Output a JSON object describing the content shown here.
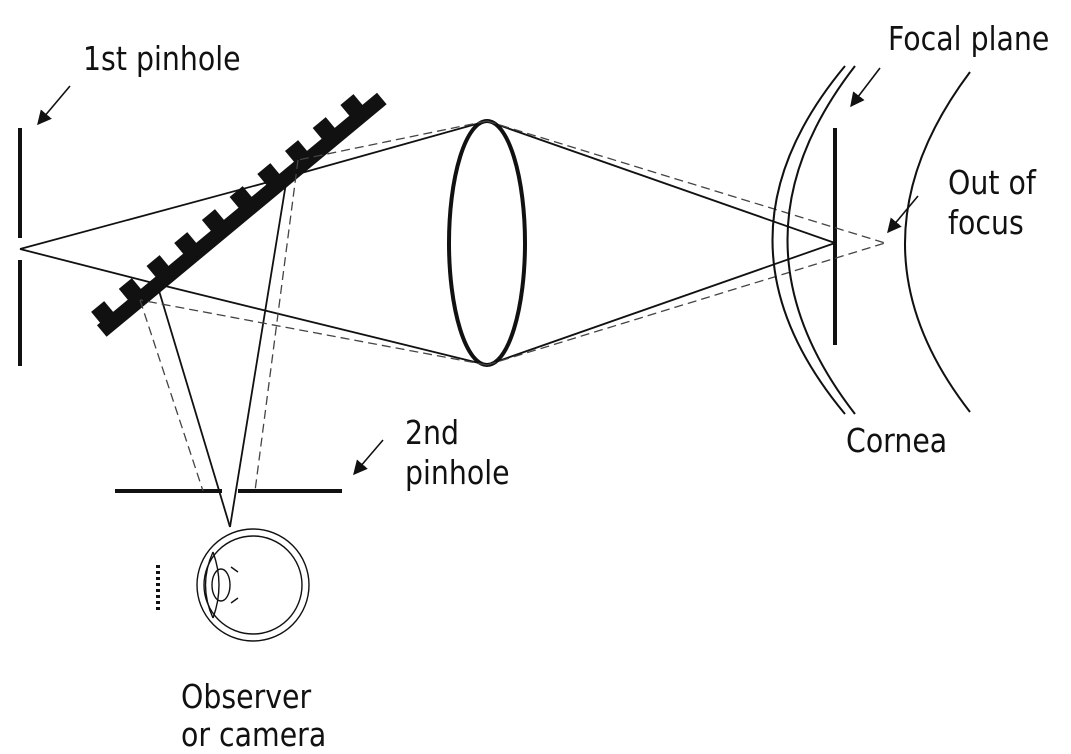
{
  "labels": {
    "first_pinhole": "1st pinhole",
    "second_pinhole_line1": "2nd",
    "second_pinhole_line2": "pinhole",
    "focal_plane": "Focal plane",
    "out_of_focus_line1": "Out of",
    "out_of_focus_line2": "focus",
    "cornea": "Cornea",
    "observer_line1": "Observer",
    "observer_line2": "or camera"
  },
  "colors": {
    "ink": "#111111",
    "dashed_ray": "#444444"
  }
}
